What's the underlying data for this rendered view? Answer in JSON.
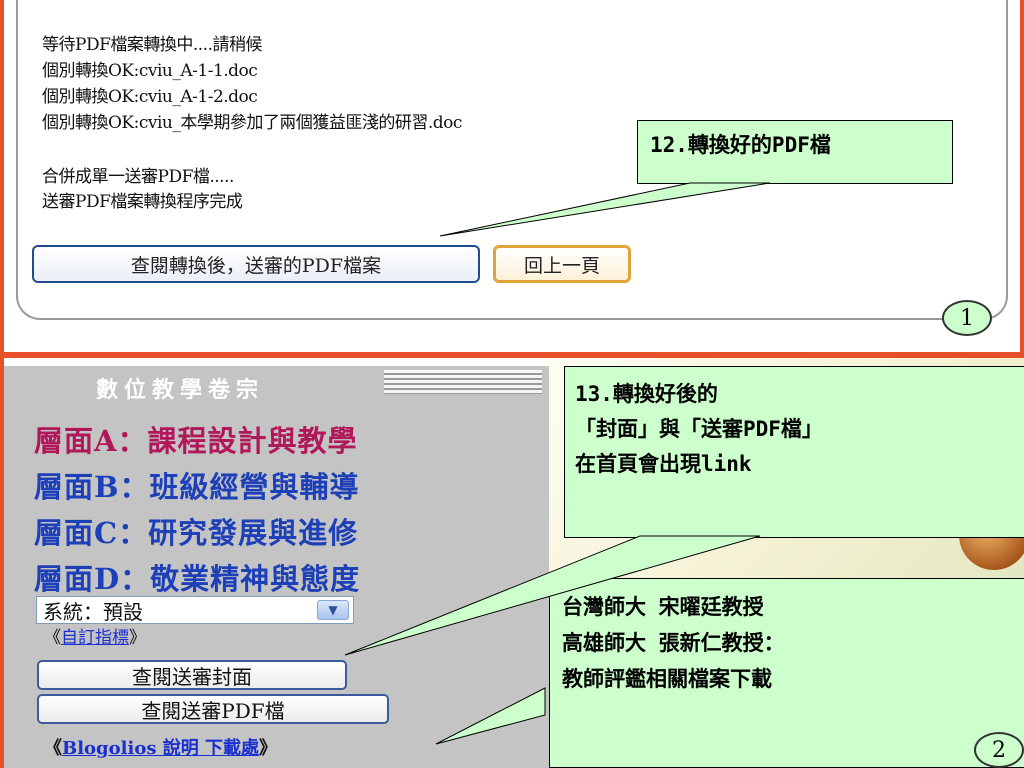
{
  "panel1": {
    "log_lines": [
      "等待PDF檔案轉換中....請稍候",
      "個別轉換OK:cviu_A-1-1.doc",
      "個別轉換OK:cviu_A-1-2.doc",
      "個別轉換OK:cviu_本學期參加了兩個獲益匪淺的研習.doc",
      "合併成單一送審PDF檔.....",
      "送審PDF檔案轉換程序完成"
    ],
    "view_pdf_button": "查閱轉換後，送審的PDF檔案",
    "back_button": "回上一頁",
    "callout": "12.轉換好的PDF檔",
    "badge": "1"
  },
  "panel2": {
    "sidebar_title": "數位教學卷宗",
    "levels": [
      "層面A：課程設計與教學",
      "層面B：班級經營與輔導",
      "層面C：研究發展與進修",
      "層面D：敬業精神與態度"
    ],
    "system_select_value": "系統：預設",
    "custom_prefix": "《",
    "custom_link": "自訂指標",
    "custom_suffix": "》",
    "cover_button": "查閱送審封面",
    "pdf_button": "查閱送審PDF檔",
    "blog_prefix": "《",
    "blog_link": "Blogolios 說明 下載處",
    "blog_suffix": "》",
    "callout13_lines": [
      "13.轉換好後的",
      "「封面」與「送審PDF檔」",
      "在首頁會出現link"
    ],
    "callout_prof_lines": [
      "台灣師大 宋曜廷教授",
      "高雄師大 張新仁教授：",
      "教師評鑑相關檔案下載"
    ],
    "badge": "2"
  },
  "colors": {
    "frame": "#e8502a",
    "callout_bg": "#ccffcc",
    "level_a": "#b0185a",
    "level_other": "#1d3fb8",
    "sidebar_bg": "#c4c4c4"
  }
}
